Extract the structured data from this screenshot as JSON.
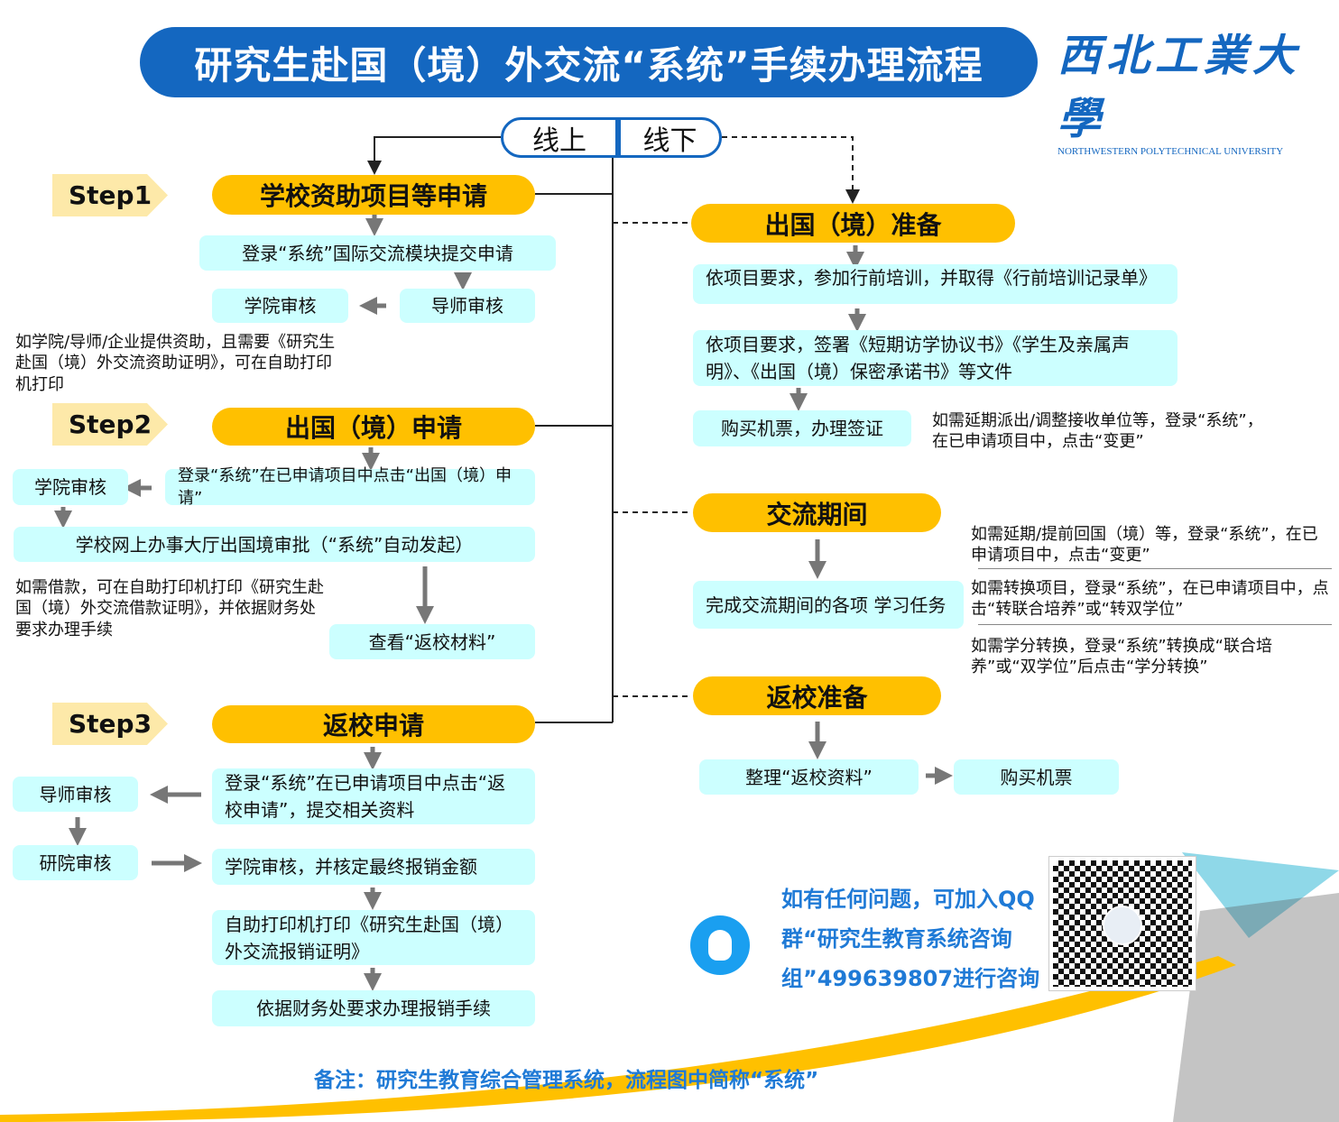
{
  "title": "研究生赴国（境）外交流“系统”手续办理流程",
  "logo": {
    "cn": "西北工業大學",
    "en": "NORTHWESTERN POLYTECHNICAL UNIVERSITY"
  },
  "toggle": {
    "online": "线上",
    "offline": "线下"
  },
  "steps": [
    "Step1",
    "Step2",
    "Step3"
  ],
  "step1": {
    "pill": "学校资助项目等申请",
    "login": "登录“系统”国际交流模块提交申请",
    "college": "学院审核",
    "advisor": "导师审核",
    "note": "如学院/导师/企业提供资助，且需要《研究生赴国（境）外交流资助证明》，可在自助打印机打印"
  },
  "step2": {
    "pill": "出国（境）申请",
    "college": "学院审核",
    "login": "登录“系统”在已申请项目中点击“出国（境）申请”",
    "approval": "学校网上办事大厅出国境审批（“系统”自动发起）",
    "note": "如需借款，可在自助打印机打印《研究生赴国（境）外交流借款证明》，并依据财务处要求办理手续",
    "view": "查看“返校材料”"
  },
  "step3": {
    "pill": "返校申请",
    "advisor": "导师审核",
    "grad": "研院审核",
    "login": "登录“系统”在已申请项目中点击“返校申请”，提交相关资料",
    "college": "学院审核，并核定最终报销金额",
    "print": "自助打印机打印《研究生赴国（境）外交流报销证明》",
    "finance": "依据财务处要求办理报销手续"
  },
  "prep": {
    "pill": "出国（境）准备",
    "training": "依项目要求，参加行前培训，并取得《行前培训记录单》",
    "sign": "依项目要求，签署《短期访学协议书》《学生及亲属声明》、《出国（境）保密承诺书》等文件",
    "ticket": "购买机票，办理签证",
    "note": "如需延期派出/调整接收单位等，登录“系统”，在已申请项目中，点击“变更”"
  },
  "exchange": {
    "pill": "交流期间",
    "task": "完成交流期间的各项 学习任务",
    "notes": [
      "如需延期/提前回国（境）等，登录“系统”，在已申请项目中，点击“变更”",
      "如需转换项目，登录“系统”，在已申请项目中，点击“转联合培养”或“转双学位”",
      "如需学分转换，登录“系统”转换成“联合培养”或“双学位”后点击“学分转换”"
    ]
  },
  "return": {
    "pill": "返校准备",
    "organize": "整理“返校资料”",
    "ticket": "购买机票"
  },
  "contact": {
    "lines": [
      "如有任何问题，可加入QQ",
      "群“研究生教育系统咨询",
      "组”499639807进行咨询"
    ]
  },
  "footer": "备注：研究生教育综合管理系统，流程图中简称“系统”",
  "colors": {
    "blue": "#1467c0",
    "yellow": "#ffc000",
    "cyan": "#ccffff"
  }
}
